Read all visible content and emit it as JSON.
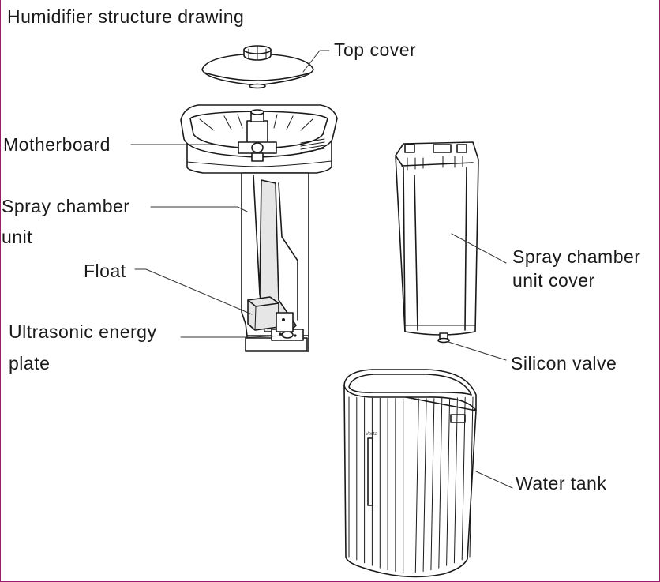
{
  "title": "Humidifier structure drawing",
  "labels": {
    "top_cover": "Top cover",
    "motherboard": "Motherboard",
    "spray_chamber_unit_line1": "Spray chamber",
    "spray_chamber_unit_line2": "unit",
    "float": "Float",
    "ultrasonic_line1": "Ultrasonic energy",
    "ultrasonic_line2": "plate",
    "spray_cover_line1": "Spray chamber",
    "spray_cover_line2": "unit cover",
    "silicon_valve": "Silicon valve",
    "water_tank": "Water tank"
  },
  "tank_brand": "Vesta",
  "colors": {
    "frame_border": "#9b1b6e",
    "line": "#1a1a1a"
  }
}
